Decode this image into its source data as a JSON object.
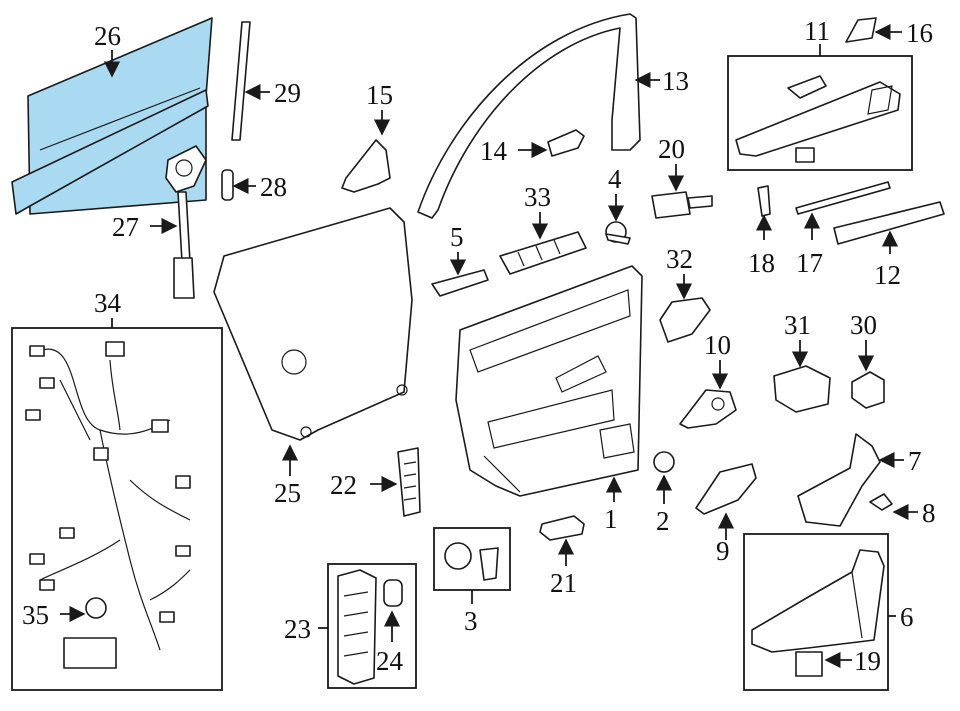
{
  "diagram": {
    "highlight_color": "#a9daf2",
    "line_color": "#1a1a1a",
    "callouts": [
      "1",
      "2",
      "3",
      "4",
      "5",
      "6",
      "7",
      "8",
      "9",
      "10",
      "11",
      "12",
      "13",
      "14",
      "15",
      "16",
      "17",
      "18",
      "19",
      "20",
      "21",
      "22",
      "23",
      "24",
      "25",
      "26",
      "27",
      "28",
      "29",
      "30",
      "31",
      "32",
      "33",
      "34",
      "35"
    ],
    "highlighted_part": "26"
  }
}
